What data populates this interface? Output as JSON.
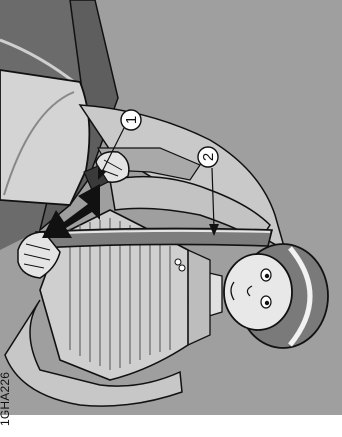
{
  "illustration": {
    "subject": "seatbelt-buckling-illustration",
    "callouts": [
      {
        "number": "1"
      },
      {
        "number": "2"
      }
    ],
    "image_code": "1GHA226",
    "colors": {
      "background": "#9f9f9f",
      "dark_fill": "#6f6f6f",
      "light_fill": "#d6d6d6",
      "belt": "#7c7c7c",
      "outline": "#111111",
      "paper": "#ffffff"
    }
  }
}
